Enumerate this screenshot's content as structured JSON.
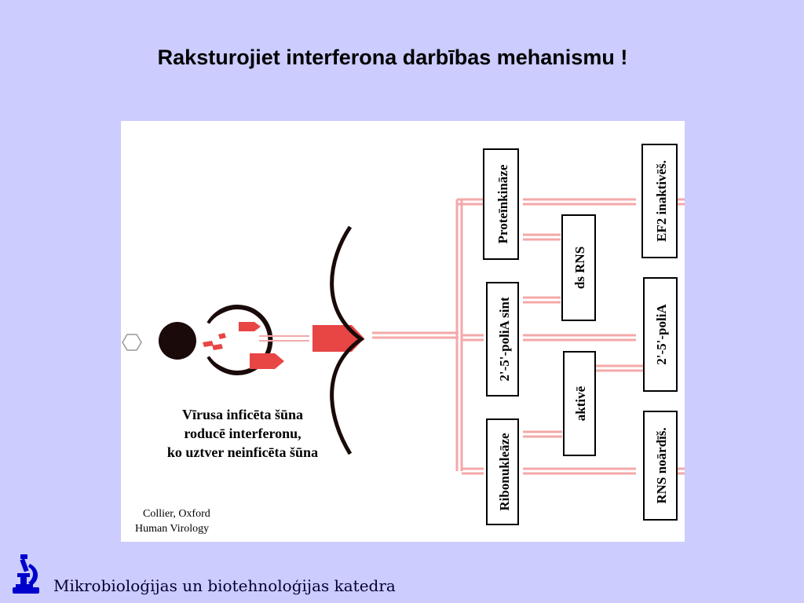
{
  "slide": {
    "title": "Raksturojiet interferona darbības mehanismu !"
  },
  "figure": {
    "caption_lines": [
      "Vīrusa inficēta šūna",
      "roducē interferonu,",
      "ko uztver neinficēta šūna"
    ],
    "credit_lines": [
      "Collier, Oxford",
      "Human Virology"
    ],
    "enzyme_boxes": {
      "protein_kinase": "Proteīnkināze",
      "oligo_a_synthetase": "2'-5'-poliA sint",
      "ribonuclease": "Ribonukleāze"
    },
    "activator_boxes": {
      "ds_rna": "ds RNS",
      "activates": "aktivē"
    },
    "result_boxes": {
      "ef2": "EF2 inaktivēš.",
      "poly_a": "2'-5'-poliA",
      "rna_degradation": "RNS noārdīš."
    }
  },
  "footer": {
    "department": "Mikrobioloģijas un biotehnoloģijas katedra",
    "logo_icon": "microscope-icon"
  },
  "colors": {
    "background": "#ccccff",
    "arrow_red": "#e84545",
    "arrow_pink": "#f4a8a8",
    "membrane": "#1a0a0a"
  }
}
